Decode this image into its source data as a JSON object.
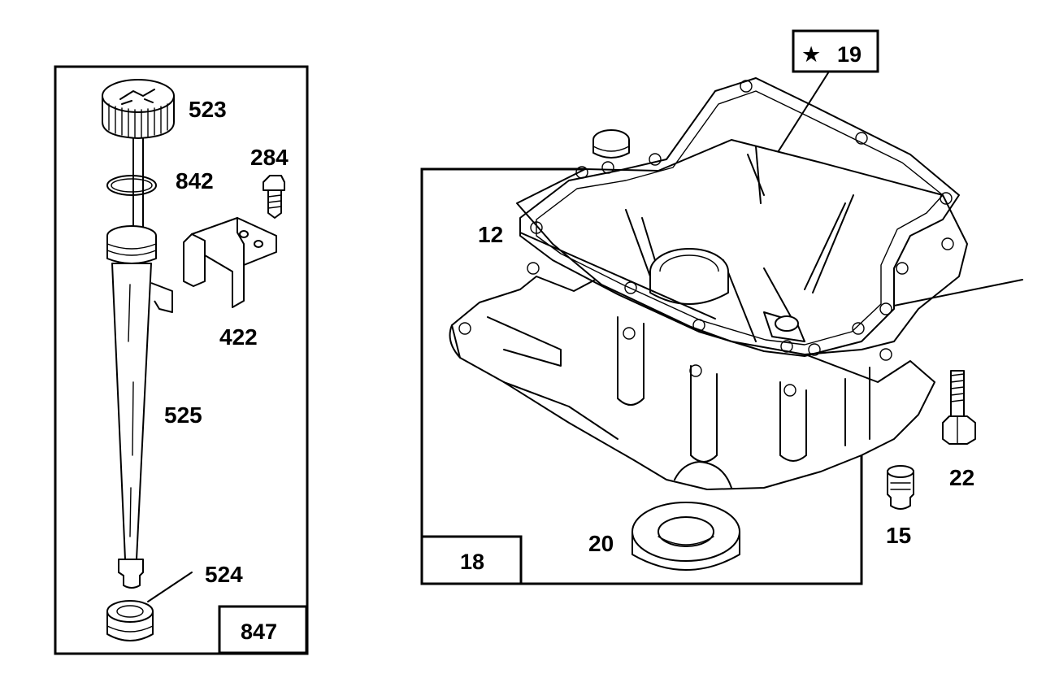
{
  "left_group": {
    "box_number": "847",
    "parts": {
      "p523": "523",
      "p842": "842",
      "p284": "284",
      "p422": "422",
      "p525": "525",
      "p524": "524"
    }
  },
  "right_group": {
    "box_number": "18",
    "star_symbol": "★",
    "star_label": "19",
    "parts": {
      "p12": "12",
      "p20": "20",
      "p15": "15",
      "p22": "22"
    }
  }
}
